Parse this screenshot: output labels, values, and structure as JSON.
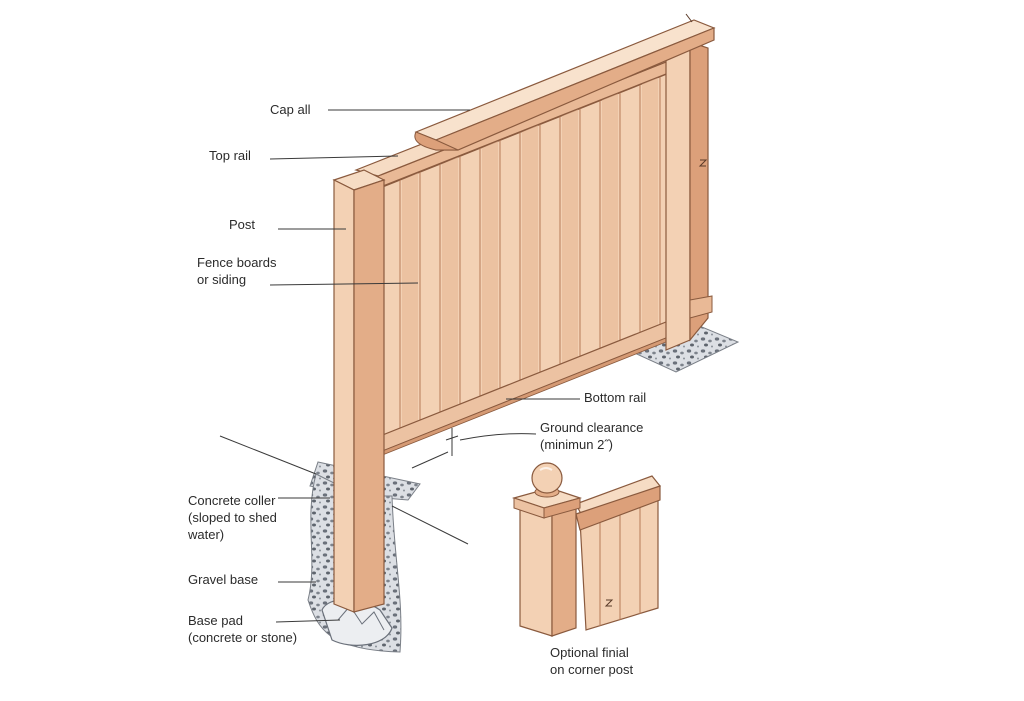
{
  "colors": {
    "wood_light": "#f3d1b4",
    "wood_mid": "#e9b996",
    "wood_dark": "#d59a74",
    "outline": "#8a5a3e",
    "gravel_bg": "#d9dde3",
    "gravel_dot": "#6b717b",
    "leader": "#3a3a3a",
    "text": "#2b2b2b"
  },
  "labels": {
    "cap_all": "Cap all",
    "top_rail": "Top rail",
    "post": "Post",
    "fence_boards": [
      "Fence boards",
      "or siding"
    ],
    "bottom_rail": "Bottom rail",
    "ground_clearance": [
      "Ground clearance",
      "(minimun 2˝)"
    ],
    "concrete_collar": [
      "Concrete coller",
      "(sloped to shed",
      "water)"
    ],
    "gravel_base": "Gravel base",
    "base_pad": [
      "Base pad",
      "(concrete or stone)"
    ],
    "optional_finial": [
      "Optional finial",
      "on corner post"
    ]
  }
}
